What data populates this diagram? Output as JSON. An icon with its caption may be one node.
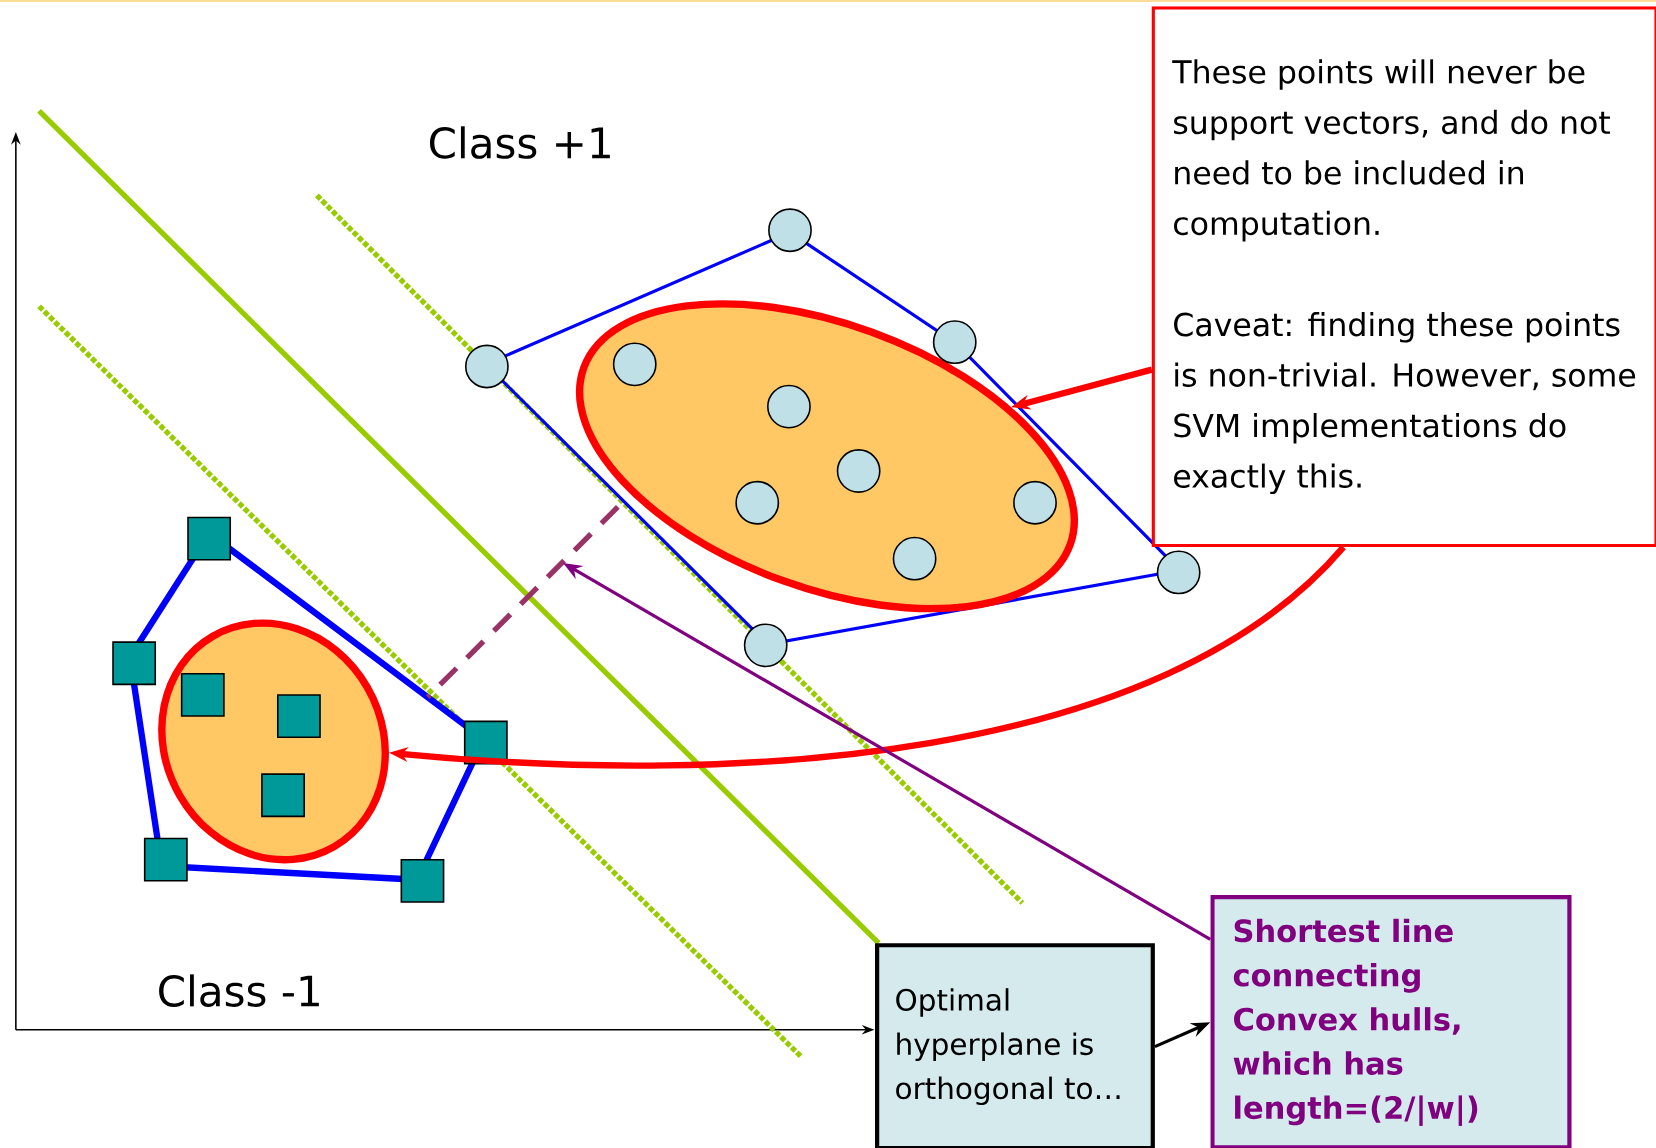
{
  "diagram": {
    "nodes": [
      {
        "text": [
          "These points will never be support vectors, and do not need to be included in computation.",
          "Caveat: finding these points is non-trivial. However, some SVM implementations do exactly this."
        ]
      },
      {
        "text": [],
        "shape": "ellipse"
      },
      {
        "text": [],
        "shape": "ellipse"
      },
      {
        "text": [
          "Optimal hyperplane is orthogonal to…"
        ]
      },
      {
        "text": [
          "Shortest line connecting Convex hulls, which has length=(2/|w|)"
        ]
      }
    ],
    "edges": [
      {
        "from": 0,
        "to": 1,
        "arrow": "to",
        "style": "thick",
        "color": "#ff0000"
      },
      {
        "from": 0,
        "to": 2,
        "arrow": "to",
        "style": "thick",
        "color": "#ff0000"
      },
      {
        "from": 3,
        "to": 4,
        "arrow": "to",
        "color": "#000000"
      },
      {
        "from": 4,
        "to": null,
        "arrow": "to",
        "color": "#800080"
      }
    ],
    "labels": [
      "Class +1",
      "Class -1"
    ]
  }
}
